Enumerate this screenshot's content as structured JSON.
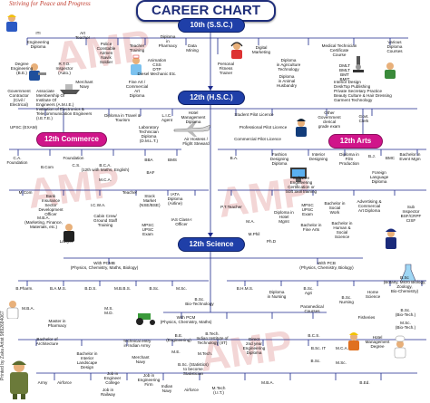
{
  "header": {
    "tagline": "Striving for Peace and Progress",
    "title": "CAREER CHART"
  },
  "watermark": [
    "AMP",
    "AMP",
    "AMP",
    "AMP"
  ],
  "stages": {
    "ssc": "10th (S.S.C.)",
    "hsc": "12th (H.S.C.)",
    "commerce": "12th Commerce",
    "arts": "12th Arts",
    "science": "12th Science"
  },
  "side_credit": "Printed by Zaka Artist 9892684067",
  "nodes": {
    "n01": "ITI",
    "n02": "Engineering\nDiploma",
    "n03": "Degree\nEngineering\n(B.E.)",
    "n04": "Art\nTeacher",
    "n05": "Police\nConstable\nAirmen\nNavik\nSoldier",
    "n06": "Teacher\nTraining",
    "n07": "Diploma\nin\nPharmacy",
    "n08": "Data\nMining",
    "n09": "Personal\nFitness\nTrainer",
    "n10": "Digital\nMarketing",
    "n11": "Diploma\nin Agriculture\nTechnology",
    "n12": "Medical Technician\nCertificate\nCourse",
    "n13": "Various\nDiploma\nCourses",
    "n14": "R.T.O.\nInspector\n(Auto.)",
    "n15": "Merchant\nNavy",
    "n16": "Government\nContractor\n(Civil /\nElectrical)",
    "n17": "Associate\nMembership Of\nInstitute Of\nEngineers (A.M.I.E.)\nInstitution of Electronics &\nTelecommunication Engineers\n(I.E.T.E.)",
    "n18": "Animation\nCSS\nDTP\nDiesel Mechanic Etc.",
    "n19": "Fine Art /\nCommercial\nArt\nDiploma",
    "n20": "Diploma\nin Animal\nHusbandry",
    "n21": "DMLT\nBMLT\nBMT\nBMIT",
    "n22": "Interior Design\nDeskTop Publishing\nPrivate Secretary Practice\nBeauty Culture & Hair Dressing\nGarment Technology",
    "n23": "UPSC (EXAM)",
    "n24": "Diploma in Travel &\nTourism",
    "n25": "L.I.C.\nAgent",
    "n26": "Hotel\nManagement\nDiploma",
    "n27": "Student Pilot Licence",
    "n28": "Other\nGovernment\nclerical\ngrade exam",
    "n29": "Govt.\nClerk",
    "n30": "Laboratory\nTechnician\nDiploma\n(D.M.L.T.)",
    "n31": "Air Hostess /\nFlight Steward",
    "n32": "Professional Pilot Licence",
    "n33": "Commercial Pilot Licence",
    "n34": "C.A.\nFoundation",
    "n35": "B.Com",
    "n36": "Foundation",
    "n37": "C.S.",
    "n38": "B.C.A.\n(12th with Maths, English)",
    "n39": "M.C.A.",
    "n40": "BBA",
    "n41": "BMS",
    "n42": "BAF",
    "n43": "B.A.",
    "n44": "Fashion\nDesigning\nDiploma",
    "n45": "Interior\nDesigning",
    "n46": "Diploma in\nFilm\nProduction",
    "n47": "B.J.",
    "n48": "BMC",
    "n49": "Bachelor in\nEvent Mgm",
    "n50": "Foreign\nLanguage\nDiploma",
    "n51": "Teacher",
    "n52": "Software\nEngineering\nCertification or\nSoft Skill training",
    "n53": "Bank\nInsurance\nSector\nDevelopment\nOfficer",
    "n54": "M.Com",
    "n55": "M.B.A.\n(Marketing, Finance,\nMaterials, etc.)",
    "n56": "I.C.W.A.",
    "n57": "Cabin Crew/\nGround Staff\nTraining",
    "n58": "Stock\nMarket\n(NSE/BSE)",
    "n59": "IATA\nDiploma\n(Airline)",
    "n60": "IAS Class-I\nOfficer",
    "n61": "P.T.Teacher",
    "n62": "M.A.",
    "n63": "MPSC\nUPSC\nExam",
    "n64": "Bachelor in\nSocial\nWork",
    "n65": "Advertising &\nCommercial\nArt Diploma",
    "n66": "Bachelor in\nHuman &\nSocial\nScience",
    "n67": "Sub\nInspector\nBSF/CRPF\nCISF",
    "n68": "Bachelor in\nFine Arts",
    "n69": "Lawyer",
    "n70": "Diploma in\nHotel\nMgmt",
    "n71": "M.Phil",
    "n72": "Ph.D",
    "n73": "With PCMB\n(Physics, Chemistry, Maths, Biology)",
    "n74": "With PCB\n(Physics, Chemistry, Biology)",
    "n75": "B.Pharm.",
    "n76": "B.A.M.S.",
    "n77": "B.D.S.",
    "n78": "M.B.B.S.",
    "n79": "M.B.A.",
    "n80": "B.Sc.",
    "n81": "M.Sc.",
    "n82": "Master in\nPharmacy",
    "n83": "M.S.\nM.D.",
    "n84": "With PCM\n(Physics, Chemistry, Maths)",
    "n85": "B.Sc.\nBio-Technology",
    "n86": "B.H.M.S.",
    "n87": "Diploma\nin Nursing",
    "n88": "Paramedical\nCourses",
    "n89": "B.Sc.\nAgri",
    "n90": "B.Sc.\nNursing",
    "n91": "Home\nScience",
    "n92": "B.Sc\n(Botany, Micro Biology,\nZoology,\nBio-Chemistry)",
    "n93": "Fisheries",
    "n94": "B.Sc.\n(Bio-Tech.)",
    "n95": "M.Sc.\n(Bio-Tech.)",
    "n96": "Bachelor of\nArchitecture",
    "n97": "Technical entry\nin Indian Army",
    "n98": "B.E.\n(Engineering)",
    "n99": "B.Tech.\nIndian Institute of Technology (IIT)",
    "n100": "Direct\n2nd year\nEngineering\nDiploma",
    "n101": "B.C.S.",
    "n102": "B.Sc. IT",
    "n103": "B.Sc.",
    "n104": "B.Sc. (Statistics)\nto become\nStatistician",
    "n105": "Hotel\nManagement\nDegree",
    "n106": "Bachelor in\nInterior\nLandscape\nDesign",
    "n107": "Merchant\nNavy",
    "n108": "M.E.",
    "n109": "M.Tech.",
    "n110": "M.C.A.",
    "n111": "M.Sc.",
    "n112": "Army",
    "n113": "Airforce",
    "n114": "Job in\nRailway",
    "n115": "Job in\nEngineer\nCollege",
    "n116": "Indian\nNavy",
    "n117": "Airforce",
    "n118": "Job in\nEngineering\nFirm",
    "n119": "M.Tech\n(I.I.T.)",
    "n120": "M.B.A.",
    "n121": "B.Ed."
  }
}
